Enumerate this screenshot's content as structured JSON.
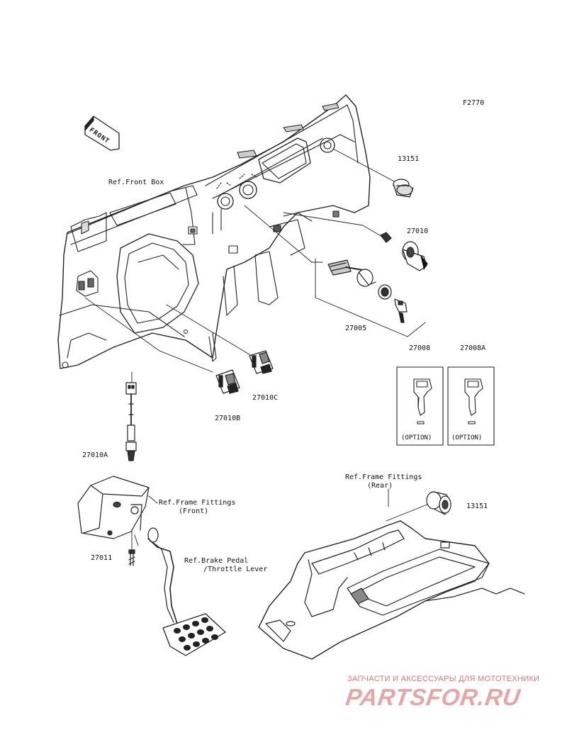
{
  "figure_code": "F2770",
  "front_arrow": "FRONT",
  "refs": {
    "front_box": "Ref.Front Box",
    "frame_front_1": "Ref.Frame Fittings",
    "frame_front_2": "(Front)",
    "brake_1": "Ref.Brake Pedal",
    "brake_2": "/Throttle Lever",
    "frame_rear_1": "Ref.Frame Fittings",
    "frame_rear_2": "(Rear)"
  },
  "parts": {
    "p13151_top": "13151",
    "p27010": "27010",
    "p27005": "27005",
    "p27008": "27008",
    "p27008A": "27008A",
    "p27010C": "27010C",
    "p27010B": "27010B",
    "p27010A": "27010A",
    "p27011": "27011",
    "p13151_bottom": "13151"
  },
  "option_left": "(OPTION)",
  "option_right": "(OPTION)",
  "watermark": {
    "tagline": "ЗАПЧАСТИ И АКСЕССУАРЫ ДЛЯ МОТОТЕХНИКИ",
    "logo": "PARTSFOR.RU"
  }
}
